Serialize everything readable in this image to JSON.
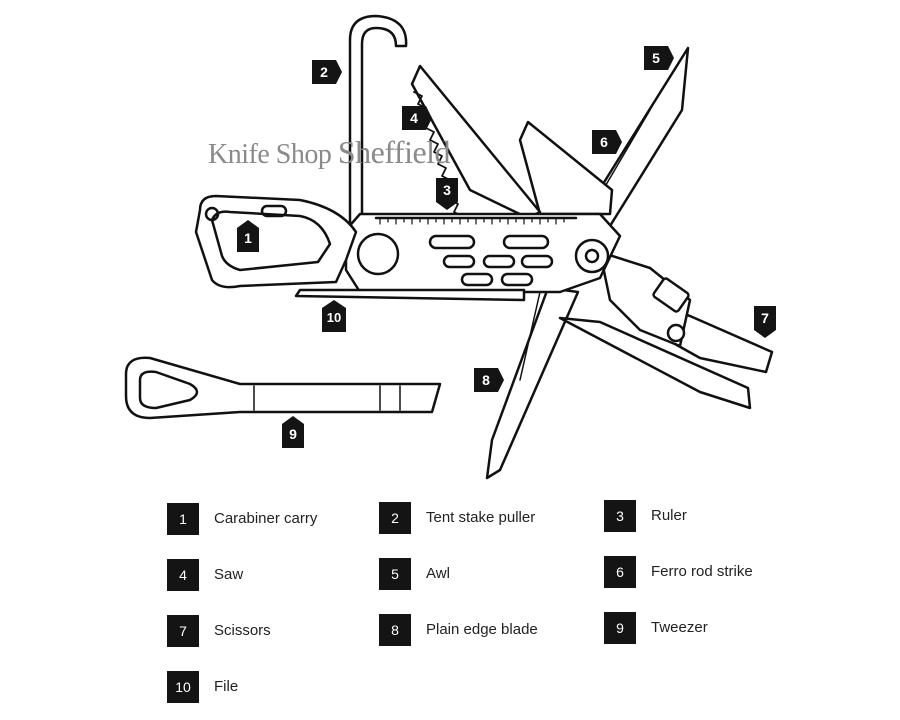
{
  "watermark": {
    "text_a": "Knife Shop",
    "text_b": "Sheffield"
  },
  "callouts": [
    {
      "id": "1",
      "label": "1"
    },
    {
      "id": "2",
      "label": "2"
    },
    {
      "id": "3",
      "label": "3"
    },
    {
      "id": "4",
      "label": "4"
    },
    {
      "id": "5",
      "label": "5"
    },
    {
      "id": "6",
      "label": "6"
    },
    {
      "id": "7",
      "label": "7"
    },
    {
      "id": "8",
      "label": "8"
    },
    {
      "id": "9",
      "label": "9"
    },
    {
      "id": "10",
      "label": "10"
    }
  ],
  "legend": [
    {
      "num": "1",
      "label": "Carabiner carry"
    },
    {
      "num": "2",
      "label": "Tent stake puller"
    },
    {
      "num": "3",
      "label": "Ruler"
    },
    {
      "num": "4",
      "label": "Saw"
    },
    {
      "num": "5",
      "label": "Awl"
    },
    {
      "num": "6",
      "label": "Ferro rod strike"
    },
    {
      "num": "7",
      "label": "Scissors"
    },
    {
      "num": "8",
      "label": "Plain edge blade"
    },
    {
      "num": "9",
      "label": "Tweezer"
    },
    {
      "num": "10",
      "label": "File"
    }
  ],
  "colors": {
    "line": "#111111",
    "tag": "#141414",
    "watermark": "#8a8a8a"
  }
}
